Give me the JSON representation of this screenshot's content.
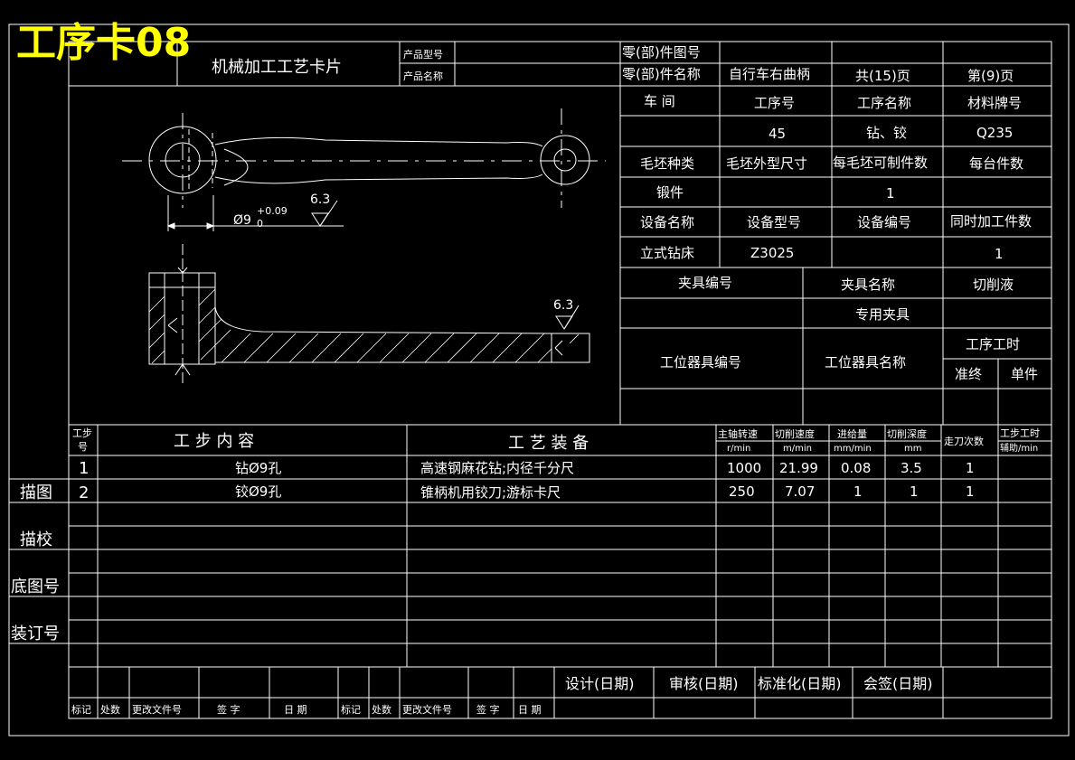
{
  "sheet_title": "工序卡08",
  "card_title": "机械加工工艺卡片",
  "header": {
    "product_model_label": "产品型号",
    "product_name_label": "产品名称",
    "part_drawing_no_label": "零(部)件图号",
    "part_name_label": "零(部)件名称",
    "part_name": "自行车右曲柄",
    "total_pages": "共(15)页",
    "page_no": "第(9)页"
  },
  "info": {
    "workshop_label": "车  间",
    "op_no_label": "工序号",
    "op_name_label": "工序名称",
    "material_label": "材料牌号",
    "op_no": "45",
    "op_name": "钻、铰",
    "material": "Q235",
    "blank_type_label": "毛坯种类",
    "blank_size_label": "毛坯外型尺寸",
    "per_blank_label": "每毛坯可制件数",
    "per_machine_label": "每台件数",
    "blank_type": "锻件",
    "per_blank": "1",
    "equip_name_label": "设备名称",
    "equip_model_label": "设备型号",
    "equip_no_label": "设备编号",
    "simul_label": "同时加工件数",
    "equip_name": "立式钻床",
    "equip_model": "Z3025",
    "simul": "1",
    "fixture_no_label": "夹具编号",
    "fixture_name_label": "夹具名称",
    "coolant_label": "切削液",
    "fixture_name": "专用夹具",
    "station_no_label": "工位器具编号",
    "station_name_label": "工位器具名称",
    "op_time_label": "工序工时",
    "setup_label": "准终",
    "unit_label": "单件"
  },
  "drawing": {
    "dim_label": "Ø9",
    "dim_tol": "+0.09",
    "dim_tol_low": "0",
    "roughness_1": "6.3",
    "roughness_2": "6.3"
  },
  "steps_header": {
    "step_no": "工步号",
    "step_no_a": "工步",
    "step_no_b": "号",
    "content": "工  步  内  容",
    "equipment": "工  艺  装  备",
    "spindle": "主轴转速",
    "spindle_unit": "r/min",
    "speed": "切削速度",
    "speed_unit": "m/min",
    "feed": "进给量",
    "feed_unit": "mm/min",
    "depth": "切削深度",
    "depth_unit": "mm",
    "passes": "走刀次数",
    "time": "工步工时",
    "time_sub": "辅助/min"
  },
  "steps": [
    {
      "no": "1",
      "content": "钻Ø9孔",
      "equipment": "高速钢麻花钻;内径千分尺",
      "spindle": "1000",
      "speed": "21.99",
      "feed": "0.08",
      "depth": "3.5",
      "passes": "1"
    },
    {
      "no": "2",
      "content": "铰Ø9孔",
      "equipment": "锥柄机用铰刀;游标卡尺",
      "spindle": "250",
      "speed": "7.07",
      "feed": "1",
      "depth": "1",
      "passes": "1"
    }
  ],
  "side_labels": [
    "描图",
    "描校",
    "底图号",
    "装订号"
  ],
  "footer": {
    "design": "设计(日期)",
    "review": "审核(日期)",
    "standard": "标准化(日期)",
    "countersign": "会签(日期)",
    "mark": "标记",
    "count": "处数",
    "change_doc": "更改文件号",
    "sign": "签  字",
    "date": "日  期",
    "mark2": "标记",
    "count2": "处数",
    "change_doc2": "更改文件号",
    "sign2": "签 字",
    "date2": "日 期"
  }
}
